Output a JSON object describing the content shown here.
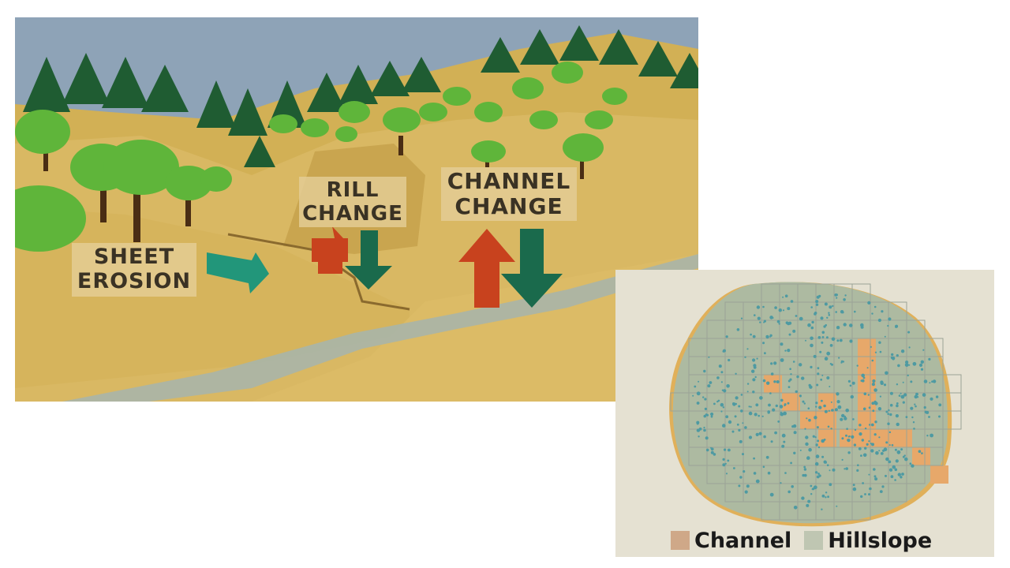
{
  "labels": {
    "sheet_erosion": [
      "SHEET",
      "EROSION"
    ],
    "rill_change": [
      "RILL",
      "CHANGE"
    ],
    "channel_change": [
      "CHANNEL",
      "CHANGE"
    ]
  },
  "legend": {
    "channel": "Channel",
    "hillslope": "Hillslope"
  },
  "colors": {
    "sky": "#8ea3b7",
    "ground": "#d9b863",
    "ground_dark": "#c3a04a",
    "stream": "#a9b5a8",
    "pine": "#1f5c32",
    "broadleaf": "#5fb53a",
    "arrow_up": "#c8421e",
    "arrow_down": "#1a6a4c",
    "arrow_sheet": "#22967a",
    "channel_cell": "#e7a86a",
    "hillslope_fill": "#a7bba8",
    "point": "#4e9aa2",
    "inset_bg": "#e5e1d2"
  }
}
